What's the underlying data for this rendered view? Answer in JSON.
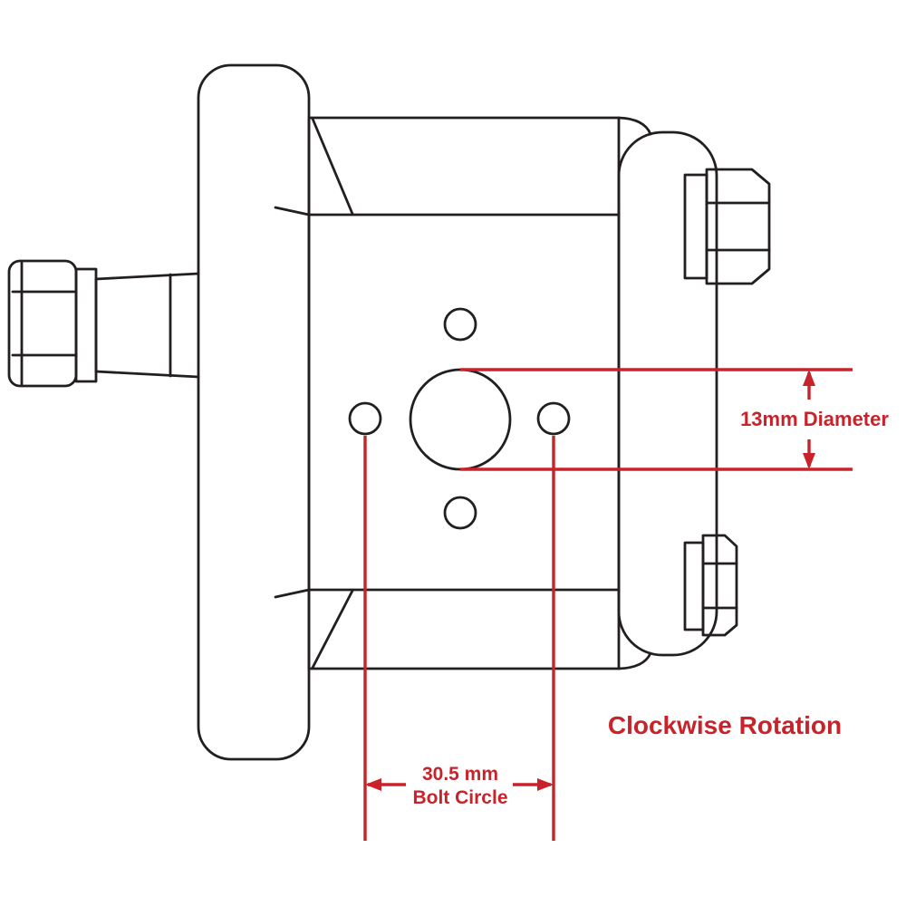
{
  "diagram": {
    "colors": {
      "line": "#231f20",
      "annotation": "#c8232b",
      "background": "#ffffff"
    },
    "annotations": {
      "diameter_label": "13mm Diameter",
      "bolt_circle_value": "30.5 mm",
      "bolt_circle_caption": "Bolt Circle",
      "rotation_label": "Clockwise Rotation"
    }
  }
}
